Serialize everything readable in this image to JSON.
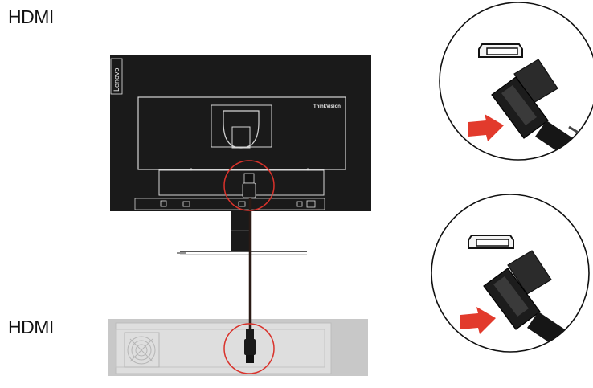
{
  "labels": {
    "top": "HDMI",
    "bottom": "HDMI"
  },
  "monitor": {
    "brand": "Lenovo",
    "model_text": "ThinkVision"
  },
  "colors": {
    "monitor_body": "#1a1a1a",
    "outline": "#d6d6d6",
    "highlight_circle": "#d9322b",
    "arrow": "#e23a2c",
    "pc_panel": "#c8c8c8",
    "pc_inner": "#dedede"
  },
  "icons": {
    "hdmi_port": "hdmi-port-icon",
    "hdmi_plug": "hdmi-plug-icon",
    "insert_arrow": "arrow-right-icon",
    "fan": "fan-grille-icon"
  }
}
